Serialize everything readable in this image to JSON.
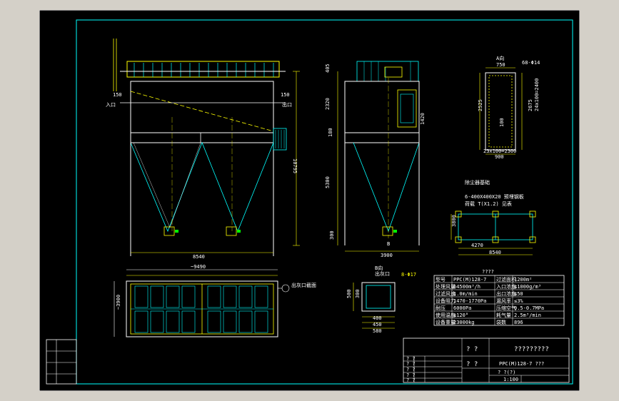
{
  "front_view": {
    "dim_left_150": "150",
    "dim_right_150": "150",
    "inlet_label": "入口",
    "outlet_label": "出口",
    "height_10795": "10795",
    "width_8540": "8540",
    "annot_a": "A向",
    "annot_b": "B向"
  },
  "side_view": {
    "dim_405": "405",
    "dim_2320": "2320",
    "dim_180": "180",
    "dim_5300": "5300",
    "dim_300": "300",
    "dim_1420": "1420",
    "width_3900": "3900",
    "label_b": "B"
  },
  "top_right_view": {
    "label_a": "A向",
    "dim_750": "750",
    "holes": "68-Φ14",
    "dim_2525": "2525",
    "dim_2675": "2675",
    "dim_grid": "24x100=2400",
    "dim_100": "100",
    "dim_bottom": "23x100=2300",
    "dim_900": "900"
  },
  "foundation": {
    "title": "除尘器基础",
    "line1": "6-400X400X20 预埋钢板",
    "line2": "荷载 T(X1.2) 见表",
    "dim_3800": "3800",
    "dim_4270": "4270",
    "dim_8540": "8540"
  },
  "plan_view": {
    "dim_9490": "~9490",
    "dim_3900": "~3900",
    "callout": "出灰口截面"
  },
  "detail_view": {
    "title": "B向",
    "subtitle": "出灰口",
    "holes": "8-Φ17",
    "dim_500": "500",
    "dim_300": "300",
    "dim_400": "400",
    "dim_450": "450",
    "dim_580": "580"
  },
  "spec_table": {
    "title": "????",
    "rows": [
      [
        "型号",
        "PPC(M)128-7",
        "过滤面积",
        "1200m²"
      ],
      [
        "处理风量",
        "64500m³/h",
        "入口浓度",
        "≤1000g/m³"
      ],
      [
        "过滤风速",
        "1.0m/min",
        "出口浓度",
        "≤50"
      ],
      [
        "设备阻力",
        "1470-1770Pa",
        "漏风率",
        "≤3%"
      ],
      [
        "耐压",
        "6000Pa",
        "压缩空气",
        "0.5-0.7MPa"
      ],
      [
        "使用温度",
        "≤120°",
        "耗气量",
        "2.5m³/min"
      ],
      [
        "设备重量",
        "23000kg",
        "袋数",
        "896"
      ]
    ]
  },
  "title_block": {
    "q1": "? ?",
    "q2": "? ?",
    "name": "?????????",
    "model": "PPC(M)128-7 ???",
    "scale": "? ?(?)",
    "scale_val": "1:100",
    "rev_marks": [
      "? ?",
      "? ?",
      "? ?",
      "? ?",
      "? ?"
    ]
  }
}
